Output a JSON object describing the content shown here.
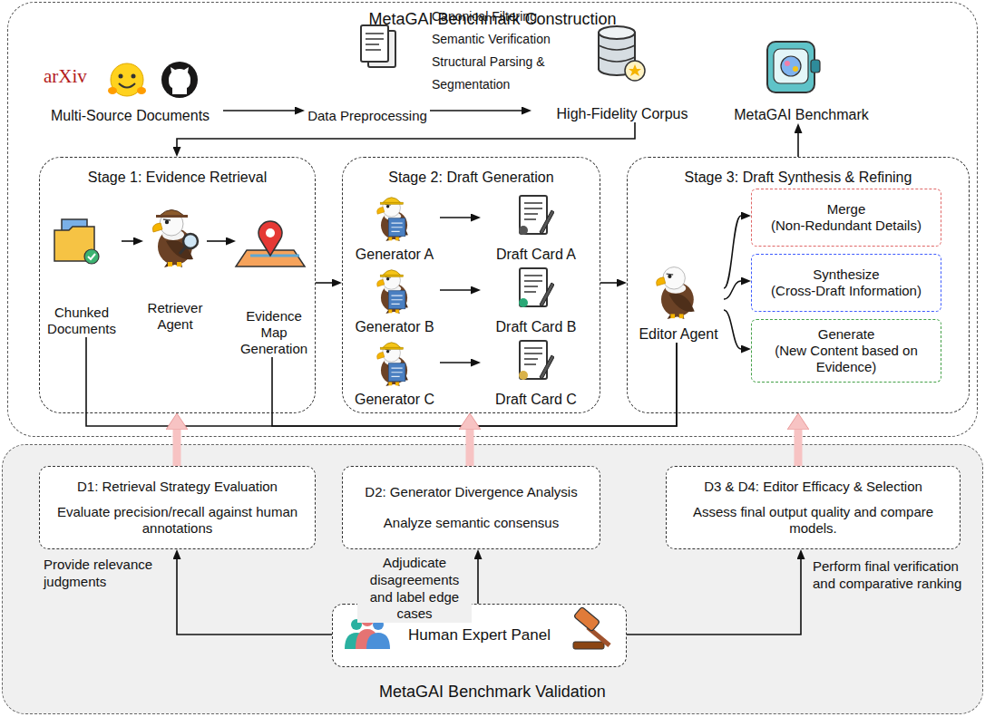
{
  "diagram": {
    "nodes": [
      {
        "text": [
          "MetaGAI Benchmark Construction"
        ]
      },
      {
        "text": [
          "Multi-Source Documents"
        ],
        "in": 0
      },
      {
        "text": [
          "Data Preprocessing"
        ],
        "in": 0
      },
      {
        "text": [
          "High-Fidelity Corpus"
        ],
        "in": 0
      },
      {
        "text": [
          "MetaGAI Benchmark"
        ],
        "in": 0
      },
      {
        "text": [
          "Stage 1: Evidence Retrieval"
        ],
        "in": 0
      },
      {
        "text": [
          "Chunked Documents"
        ],
        "in": 5
      },
      {
        "text": [
          "Retriever Agent"
        ],
        "in": 5
      },
      {
        "text": [
          "Evidence Map Generation"
        ],
        "in": 5
      },
      {
        "text": [
          "Stage 2: Draft Generation"
        ],
        "in": 0
      },
      {
        "text": [
          "Generator A"
        ],
        "in": 9
      },
      {
        "text": [
          "Draft Card A"
        ],
        "in": 9
      },
      {
        "text": [
          "Generator B"
        ],
        "in": 9
      },
      {
        "text": [
          "Draft Card B"
        ],
        "in": 9
      },
      {
        "text": [
          "Generator C"
        ],
        "in": 9
      },
      {
        "text": [
          "Draft Card C"
        ],
        "in": 9
      },
      {
        "text": [
          "Stage 3: Draft Synthesis & Refining"
        ],
        "in": 0
      },
      {
        "text": [
          "Editor Agent"
        ],
        "in": 16
      },
      {
        "text": [
          "Merge",
          "(Non-Redundant Details)"
        ],
        "in": 16
      },
      {
        "text": [
          "Synthesize",
          "(Cross-Draft Information)"
        ],
        "in": 16
      },
      {
        "text": [
          "Generate",
          "(New Content based on Evidence)"
        ],
        "in": 16
      },
      {
        "text": [
          "MetaGAI Benchmark Validation"
        ]
      },
      {
        "text": [
          "D1: Retrieval Strategy Evaluation",
          "Evaluate precision/recall against human annotations"
        ],
        "in": 21
      },
      {
        "text": [
          "D2: Generator Divergence Analysis",
          "Analyze semantic consensus"
        ],
        "in": 21
      },
      {
        "text": [
          "D3 & D4: Editor Efficacy & Selection",
          "Assess final output quality and compare models."
        ],
        "in": 21
      },
      {
        "text": [
          "Human Expert Panel"
        ],
        "in": 21
      }
    ],
    "edges": [
      {
        "from": 1,
        "to": 2,
        "arrow": "to"
      },
      {
        "from": 2,
        "to": 3,
        "arrow": "to"
      },
      {
        "from": 3,
        "to": 5,
        "arrow": "to"
      },
      {
        "from": 16,
        "to": 4,
        "arrow": "to"
      },
      {
        "from": 6,
        "to": 7,
        "arrow": "to"
      },
      {
        "from": 7,
        "to": 8,
        "arrow": "to"
      },
      {
        "from": 5,
        "to": 9,
        "arrow": "to"
      },
      {
        "from": 9,
        "to": 16,
        "arrow": "to"
      },
      {
        "from": 10,
        "to": 11,
        "arrow": "to"
      },
      {
        "from": 12,
        "to": 13,
        "arrow": "to"
      },
      {
        "from": 14,
        "to": 15,
        "arrow": "to"
      },
      {
        "from": 17,
        "to": 18,
        "arrow": "to"
      },
      {
        "from": 17,
        "to": 19,
        "arrow": "to"
      },
      {
        "from": 17,
        "to": 20,
        "arrow": "to"
      },
      {
        "from": 6,
        "to": 17,
        "arrow": "none"
      },
      {
        "from": 8,
        "to": 17,
        "arrow": "none"
      },
      {
        "from": 22,
        "to": 5,
        "arrow": "to"
      },
      {
        "from": 23,
        "to": 9,
        "arrow": "to"
      },
      {
        "from": 24,
        "to": 16,
        "arrow": "to"
      },
      {
        "from": 25,
        "to": 22,
        "label": "Provide relevance judgments",
        "arrow": "to"
      },
      {
        "from": 25,
        "to": 23,
        "label": "Adjudicate disagreements and label edge cases",
        "arrow": "to"
      },
      {
        "from": 25,
        "to": 24,
        "label": "Perform final verification and comparative ranking",
        "arrow": "to"
      }
    ],
    "labels": [
      "arXiv",
      "Canonical Filtering Semantic Verification Structural Parsing & Segmentation"
    ]
  }
}
